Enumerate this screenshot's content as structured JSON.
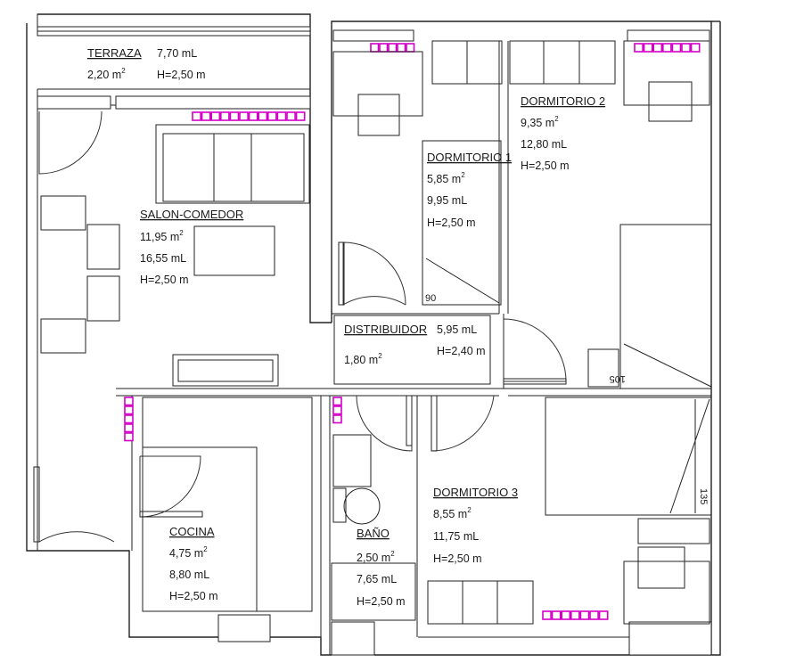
{
  "radiator_color": "#d400c8",
  "line_color": "#222222",
  "rooms": {
    "terraza": {
      "name": "TERRAZA",
      "length": "7,70 mL",
      "area": "2,20 m",
      "height": "H=2,50 m"
    },
    "salon": {
      "name": "SALON-COMEDOR",
      "area": "11,95 m",
      "length": "16,55 mL",
      "height": "H=2,50 m"
    },
    "dormitorio1": {
      "name": "DORMITORIO 1",
      "area": "5,85 m",
      "length": "9,95 mL",
      "height": "H=2,50 m"
    },
    "dormitorio2": {
      "name": "DORMITORIO 2",
      "area": "9,35 m",
      "length": "12,80 mL",
      "height": "H=2,50 m"
    },
    "distribuidor": {
      "name": "DISTRIBUIDOR",
      "length": "5,95 mL",
      "area": "1,80 m",
      "height": "H=2,40 m"
    },
    "dormitorio3": {
      "name": "DORMITORIO 3",
      "area": "8,55 m",
      "length": "11,75 mL",
      "height": "H=2,50 m"
    },
    "cocina": {
      "name": "COCINA",
      "area": "4,75 m",
      "length": "8,80 mL",
      "height": "H=2,50 m"
    },
    "bano": {
      "name": "BAÑO",
      "area": "2,50 m",
      "length": "7,65 mL",
      "height": "H=2,50 m"
    }
  },
  "area_exponent": "2",
  "bed_labels": {
    "bed1": "90",
    "bed2": "105",
    "bed3": "135"
  }
}
